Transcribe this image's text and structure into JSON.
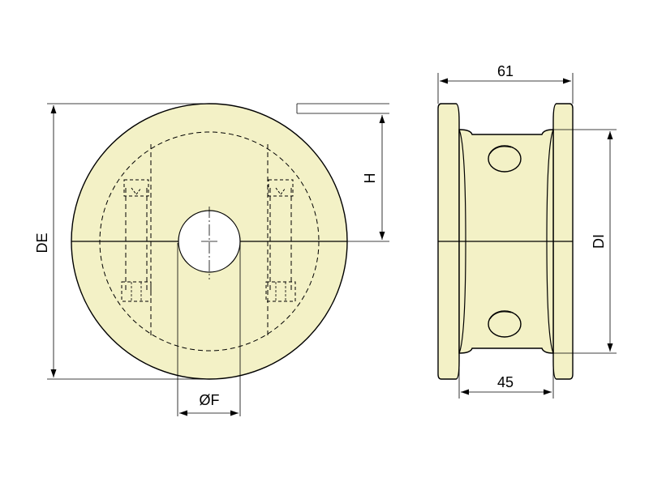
{
  "labels": {
    "outer_diameter": "DE",
    "bore_diameter": "ØF",
    "height": "H",
    "inner_diameter": "DI",
    "overall_width": "61",
    "inner_width": "45"
  },
  "colors": {
    "body": "#f3f1c6",
    "outline": "#000000"
  }
}
